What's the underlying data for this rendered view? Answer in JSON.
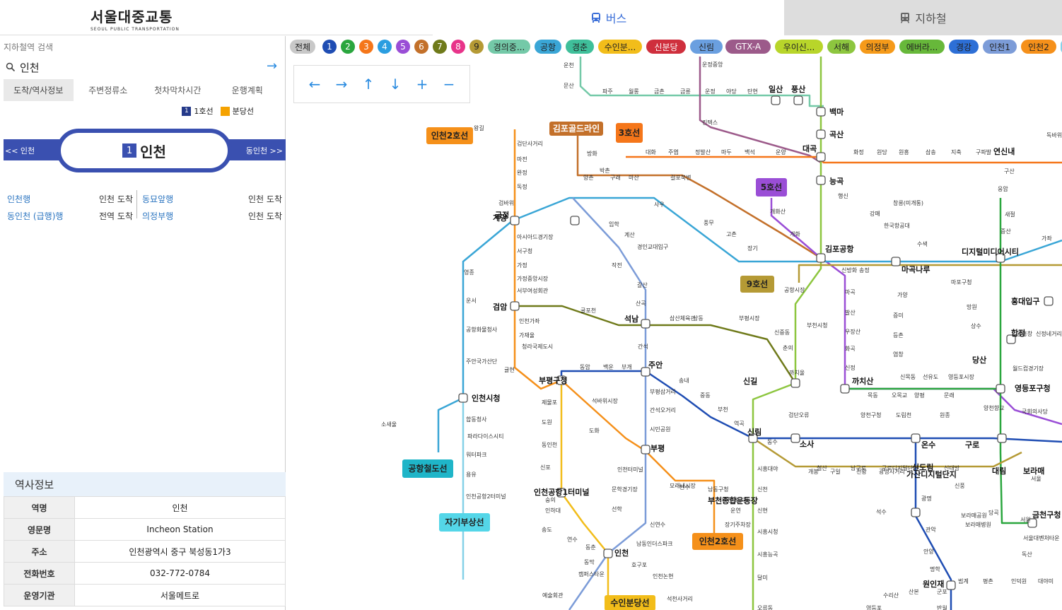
{
  "header": {
    "logo_ko": "서울대중교통",
    "logo_en": "SEOUL PUBLIC TRANSPORTATION",
    "tab_bus": "버스",
    "tab_subway": "지하철"
  },
  "left": {
    "search_label": "지하철역 검색",
    "search_value": "인천",
    "tabs": [
      "도착/역사정보",
      "주변정류소",
      "첫차막차시간",
      "운행계획"
    ],
    "legend": [
      {
        "badge": "1",
        "label": "1호선"
      },
      {
        "badge": "",
        "label": "분당선"
      }
    ],
    "prev_station": "<< 인천",
    "next_station": "동인천 >>",
    "station_badge": "1",
    "station_name": "인천",
    "arrivals_left": [
      {
        "dest": "인천행",
        "status": "인천 도착"
      },
      {
        "dest": "동인천 (급행)행",
        "status": "전역 도착"
      }
    ],
    "arrivals_right": [
      {
        "dest": "동묘앞행",
        "status": "인천 도착"
      },
      {
        "dest": "의정부행",
        "status": "인천 도착"
      }
    ],
    "info_title": "역사정보",
    "info_rows": [
      {
        "key": "역명",
        "val": "인천"
      },
      {
        "key": "영문명",
        "val": "Incheon Station"
      },
      {
        "key": "주소",
        "val": "인천광역시 중구 북성동1가3"
      },
      {
        "key": "전화번호",
        "val": "032-772-0784"
      },
      {
        "key": "운영기관",
        "val": "서울메트로"
      }
    ]
  },
  "chips": [
    {
      "label": "전체",
      "color": "#c8c8c8",
      "text": "#222"
    },
    {
      "label": "1",
      "color": "#1f4db3",
      "text": "#fff"
    },
    {
      "label": "2",
      "color": "#2aa63e",
      "text": "#fff"
    },
    {
      "label": "3",
      "color": "#f5761a",
      "text": "#fff"
    },
    {
      "label": "4",
      "color": "#2a9de0",
      "text": "#fff"
    },
    {
      "label": "5",
      "color": "#9a4ed6",
      "text": "#fff"
    },
    {
      "label": "6",
      "color": "#c3702a",
      "text": "#fff"
    },
    {
      "label": "7",
      "color": "#6f7a1a",
      "text": "#fff"
    },
    {
      "label": "8",
      "color": "#e8348a",
      "text": "#fff"
    },
    {
      "label": "9",
      "color": "#b59a35",
      "text": "#222"
    },
    {
      "label": "경의중...",
      "color": "#74c9a8",
      "text": "#222"
    },
    {
      "label": "공항",
      "color": "#3aa6d6",
      "text": "#222"
    },
    {
      "label": "경춘",
      "color": "#3fbf9a",
      "text": "#222"
    },
    {
      "label": "수인분...",
      "color": "#f2bd1a",
      "text": "#222"
    },
    {
      "label": "신분당",
      "color": "#cf2f3d",
      "text": "#fff"
    },
    {
      "label": "신림",
      "color": "#6a9fe0",
      "text": "#222"
    },
    {
      "label": "GTX-A",
      "color": "#9c5a8a",
      "text": "#fff"
    },
    {
      "label": "우이신...",
      "color": "#b8d52a",
      "text": "#222"
    },
    {
      "label": "서해",
      "color": "#8dc63f",
      "text": "#222"
    },
    {
      "label": "의정부",
      "color": "#f59a1a",
      "text": "#222"
    },
    {
      "label": "에버라...",
      "color": "#67b83a",
      "text": "#222"
    },
    {
      "label": "경강",
      "color": "#2d6fd6",
      "text": "#222"
    },
    {
      "label": "인천1",
      "color": "#7c9cd8",
      "text": "#222"
    },
    {
      "label": "인천2",
      "color": "#f5901a",
      "text": "#222"
    },
    {
      "label": "자",
      "color": "#86d1e8",
      "text": "#222"
    }
  ],
  "nav": {
    "left": "←",
    "right": "→",
    "up": "↑",
    "down": "↓",
    "zoom_in": "+",
    "zoom_out": "−"
  },
  "map_labels": {
    "line_boxes": [
      "인천2호선",
      "김포골드라인",
      "3호선",
      "5호선",
      "9호선",
      "공항철도선",
      "자기부상선",
      "인천2호선",
      "수인분당선"
    ],
    "stations_bold": [
      "일산",
      "풍산",
      "백마",
      "곡산",
      "대곡",
      "능곡",
      "연신내",
      "김포공항",
      "마곡나루",
      "디지털미디어시티",
      "홍대입구",
      "합정",
      "당산",
      "까치산",
      "영등포구청",
      "신길",
      "부천종합운동장",
      "소사",
      "온수",
      "구로",
      "신도림",
      "가산디지털단지",
      "대림",
      "보라매",
      "금천구청",
      "신림",
      "금정",
      "계양",
      "검암",
      "석남",
      "부평구청",
      "주안",
      "부평",
      "인천시청",
      "인천공항1터미널",
      "인천",
      "원인재"
    ],
    "stations": [
      "운천",
      "문산",
      "파주",
      "월롱",
      "금촌",
      "금릉",
      "운정",
      "야당",
      "탄현",
      "운정중앙",
      "킨텍스",
      "화정",
      "원당",
      "원흥",
      "삼송",
      "지축",
      "구파발",
      "독바위",
      "구산",
      "응암",
      "새절",
      "증산",
      "가좌",
      "행신",
      "강매",
      "한국항공대",
      "수색",
      "창릉(미개통)",
      "대화",
      "주엽",
      "정발산",
      "마두",
      "백석",
      "운양",
      "걸포북변",
      "사우",
      "풍무",
      "고촌",
      "장기",
      "마산",
      "구래",
      "양촌",
      "방화",
      "개화산",
      "개화",
      "공항시장",
      "신방화",
      "송정",
      "마곡",
      "발산",
      "우장산",
      "화곡",
      "신정",
      "목동",
      "오목교",
      "양평",
      "문래",
      "양천향교",
      "가양",
      "증미",
      "등촌",
      "염창",
      "신목동",
      "선유도",
      "영등포시장",
      "국회의사당",
      "월드컵경기장",
      "마포구청",
      "망원",
      "상수",
      "광흥창",
      "신정네거리",
      "양천구청",
      "도림천",
      "원종",
      "부천시청",
      "신중동",
      "춘의",
      "까치울",
      "검단오류",
      "왕길",
      "검단사거리",
      "마전",
      "완정",
      "독정",
      "검바위",
      "아시아드경기장",
      "서구청",
      "가정",
      "가정중앙시장",
      "서부여성회관",
      "인천가좌",
      "가재울",
      "청라국제도시",
      "영종",
      "운서",
      "공항화물청사",
      "주안국가산단",
      "귤현",
      "박촌",
      "임학",
      "계산",
      "경인교대입구",
      "작전",
      "갈산",
      "산곡",
      "굴포천",
      "삼산체육관",
      "상동",
      "부평시장",
      "간석",
      "동암",
      "백운",
      "부개",
      "송내",
      "중동",
      "부천",
      "역곡",
      "동수",
      "부평삼거리",
      "간석오거리",
      "시민공원",
      "석바위시장",
      "도화",
      "제물포",
      "도원",
      "동인천",
      "신포",
      "숭의",
      "인하대",
      "송도",
      "연수",
      "동춘",
      "동막",
      "캠퍼스타운",
      "예술회관",
      "인천터미널",
      "문학경기장",
      "선학",
      "신연수",
      "남동인더스파크",
      "호구포",
      "인천논현",
      "석천사거리",
      "모래내시장",
      "만수",
      "남동구청",
      "인천대공원",
      "운연",
      "장기주차장",
      "합동청사",
      "파라다이스시티",
      "워터파크",
      "용유",
      "인천공항2터미널",
      "소새울",
      "시흥대야",
      "신천",
      "신현",
      "시흥시청",
      "시흥능곡",
      "달미",
      "오류동",
      "개봉",
      "구일",
      "천왕",
      "광명사거리",
      "철산",
      "남구로",
      "구로디지털단지",
      "신대방",
      "신풍",
      "보라매공원",
      "보라매병원",
      "당곡",
      "서원",
      "서울대벤처타운",
      "독산",
      "광명",
      "석수",
      "관악",
      "안양",
      "명학",
      "범계",
      "평촌",
      "인덕원",
      "대야미",
      "수리산",
      "산본",
      "군포",
      "반월",
      "영등포",
      "서울"
    ]
  }
}
